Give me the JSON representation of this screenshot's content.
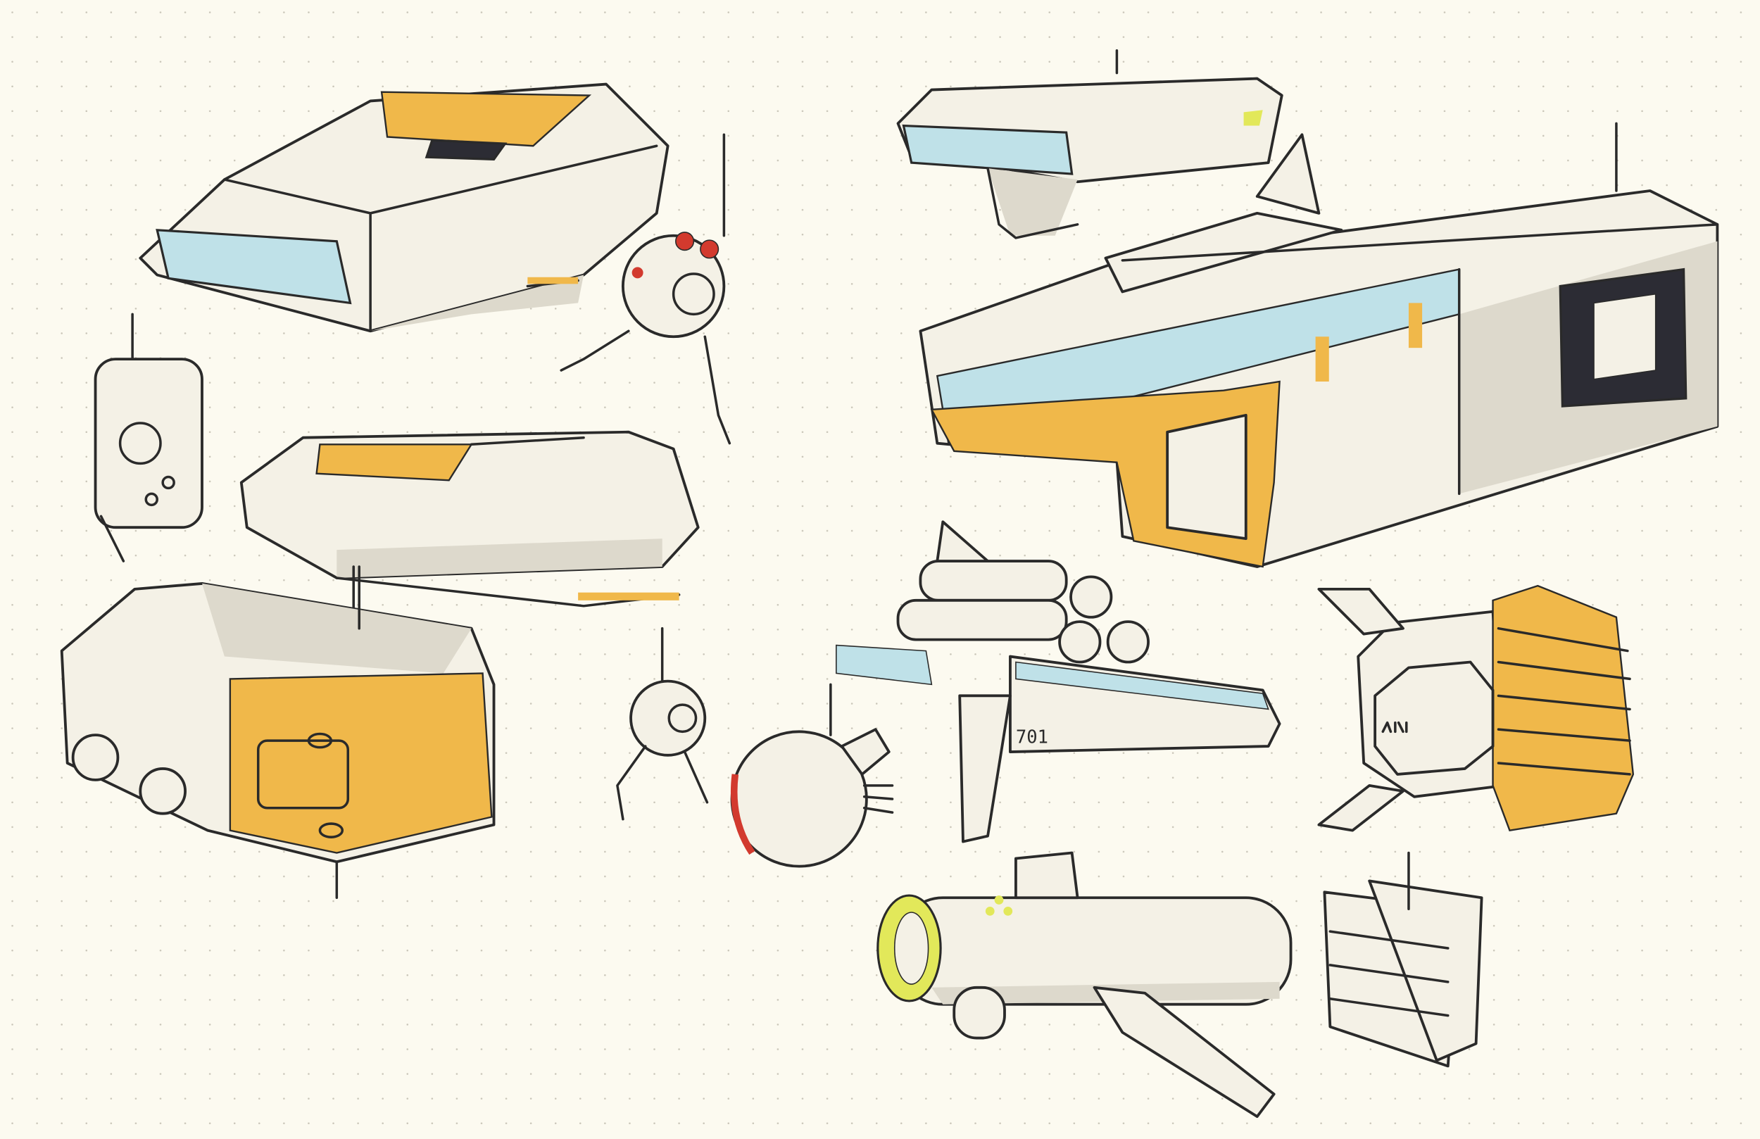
{
  "image": {
    "kind": "sci-fi hardware concept sketch sheet",
    "paper_color": "#fcfaf0",
    "ink_color": "#2a2a2a"
  },
  "colors": {
    "marker_orange": "#f0b84a",
    "marker_blue": "#bfe1e8",
    "marker_gray": "#ddd9cc",
    "marker_red": "#d23a2e",
    "marker_yellow_green": "#e2e85a",
    "dark_fill": "#2c2c34"
  },
  "sketch_labels": {
    "gun_number": "701"
  },
  "objects": [
    {
      "name": "top-left-hover-vehicle"
    },
    {
      "name": "small-round-drone"
    },
    {
      "name": "side-pod"
    },
    {
      "name": "middle-left-hover-vehicle"
    },
    {
      "name": "bottom-left-container-unit"
    },
    {
      "name": "walker-drone"
    },
    {
      "name": "spherical-pod"
    },
    {
      "name": "top-right-flat-vehicle"
    },
    {
      "name": "large-carrier-ship"
    },
    {
      "name": "multi-barrel-gun"
    },
    {
      "name": "cargo-crate"
    },
    {
      "name": "cannon"
    },
    {
      "name": "panel-fragment"
    }
  ]
}
